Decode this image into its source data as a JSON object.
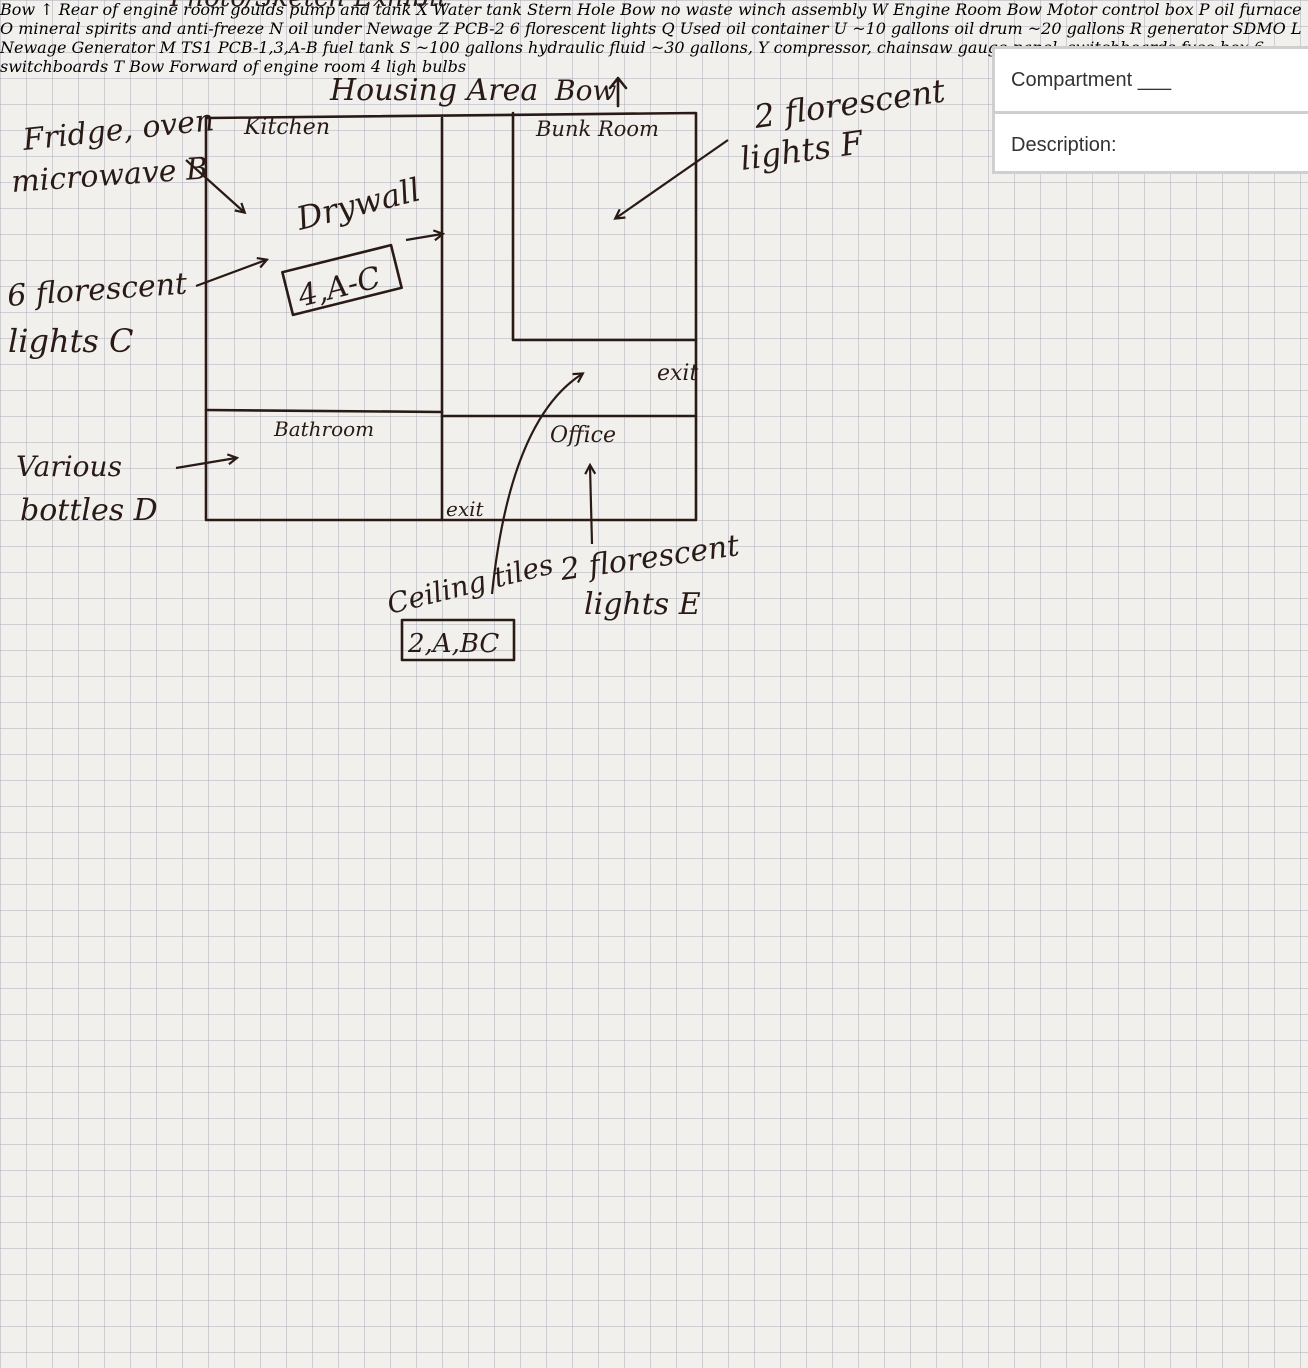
{
  "header_partial": "Photo/Sketch Exhibit",
  "form": {
    "compartment_label": "Compartment ___",
    "description_label": "Description:"
  },
  "housing": {
    "title": "Housing Area",
    "bow": "Bow",
    "kitchen": "Kitchen",
    "bunk_room": "Bunk Room",
    "bathroom": "Bathroom",
    "office": "Office",
    "exit_right": "exit",
    "exit_bottom": "exit",
    "drywall": "Drywall",
    "drywall_tag": "4,A-C"
  },
  "callouts": {
    "fridge": [
      "Fridge, oven",
      "microwave B"
    ],
    "fluor_c": [
      "6 florescent",
      "lights C"
    ],
    "bottles": [
      "Various",
      "bottles D"
    ],
    "fluor_f": [
      "2 florescent",
      "lights F"
    ],
    "fluor_e": [
      "2 florescent",
      "lights E"
    ],
    "ceiling": "Ceiling tiles",
    "ceiling_tag": "2,A,BC",
    "winch": [
      "winch assembly",
      "W"
    ],
    "no_waste": "no waste",
    "light_bulbs": [
      "4 ligh",
      "bulbs"
    ]
  },
  "rear_engine": {
    "title": "Bow ↑ Rear of engine room",
    "goulds": "goulds pump and tank X",
    "water_tank": "Water tank"
  },
  "stern_hole": {
    "title": "Stern Hole",
    "bow": "Bow"
  },
  "engine_room": {
    "title": "Engine Room",
    "bow": "Bow",
    "motor_control": [
      "Motor control",
      "box P"
    ],
    "oil_furnace": "oil furnace O",
    "mineral": [
      "mineral spirits",
      "and anti-freeze",
      "N"
    ],
    "oil_under": [
      "oil under Newage",
      "Z"
    ],
    "pcb2_tag": "PCB-2",
    "fluor_q": [
      "6 florescent",
      "lights Q"
    ],
    "used_oil": [
      "Used oil",
      "container U",
      "~10 gallons"
    ],
    "oil_drum": [
      "oil drum",
      "~20 gallons R"
    ],
    "generator": "generator",
    "sdmo": "SDMO L",
    "newage_gen": [
      "Newage Generator",
      "M  TS1"
    ],
    "pcb1_tag": "PCB-1,3,A-B",
    "fuel_tank": [
      "fuel tank S",
      "~100 gallons"
    ],
    "hydraulic": [
      "hydraulic fluid",
      "~30 gallons, Y",
      "compressor, chainsaw"
    ],
    "gauge": [
      "gauge panel, switchboards",
      "fuse box    6 switchboards",
      "T"
    ]
  },
  "forward_engine": {
    "title": "Forward of engine room",
    "bow": "Bow"
  }
}
